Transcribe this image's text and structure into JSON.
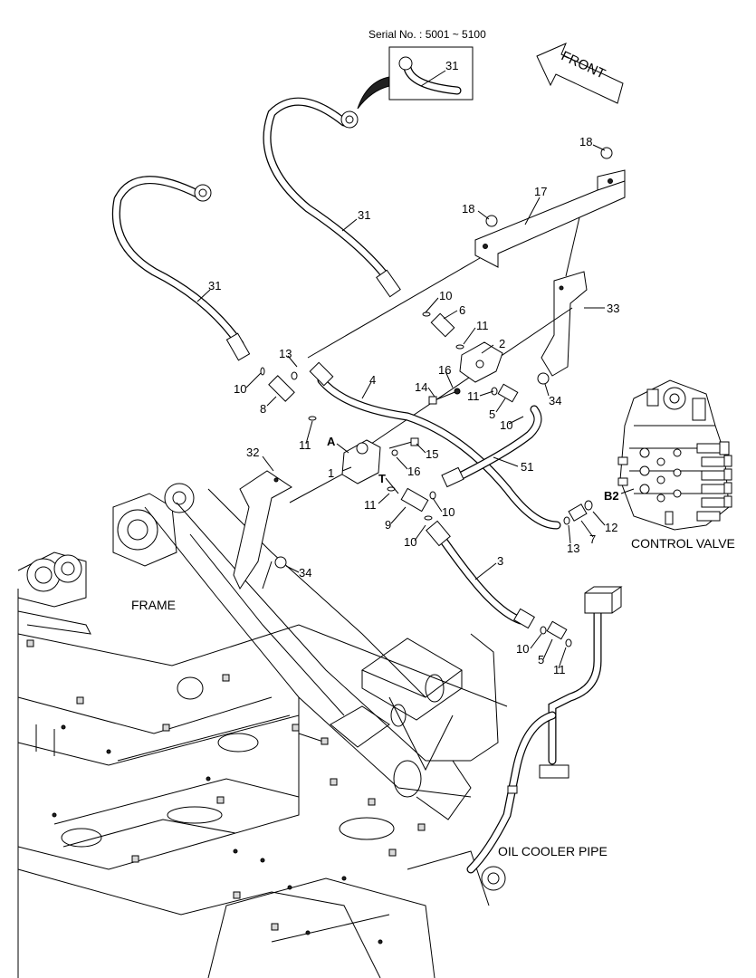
{
  "serial_note": "Serial No. : 5001 ~ 5100",
  "front_label": "FRONT",
  "captions": {
    "frame": "FRAME",
    "control_valve": "CONTROL VALVE",
    "oil_cooler_pipe": "OIL COOLER PIPE"
  },
  "port_labels": {
    "a": "A",
    "t": "T",
    "b2": "B2"
  },
  "callouts": {
    "c31_inset": "31",
    "c31_mid": "31",
    "c31_left": "31",
    "c18_top": "18",
    "c17": "17",
    "c18_mid": "18",
    "c33": "33",
    "c10_a": "10",
    "c6": "6",
    "c11_a": "11",
    "c2": "2",
    "c13_a": "13",
    "c10_b": "10",
    "c8": "8",
    "c4": "4",
    "c16_a": "16",
    "c14": "14",
    "c11_b": "11",
    "c5_a": "5",
    "c10_c": "10",
    "c34_a": "34",
    "c11_c": "11",
    "c15": "15",
    "c1": "1",
    "c16_b": "16",
    "c51": "51",
    "c32": "32",
    "c11_d": "11",
    "c9": "9",
    "c10_d": "10",
    "c10_e": "10",
    "c12": "12",
    "c7": "7",
    "c13_b": "13",
    "c3": "3",
    "c34_b": "34",
    "c10_f": "10",
    "c5_b": "5",
    "c11_e": "11"
  }
}
